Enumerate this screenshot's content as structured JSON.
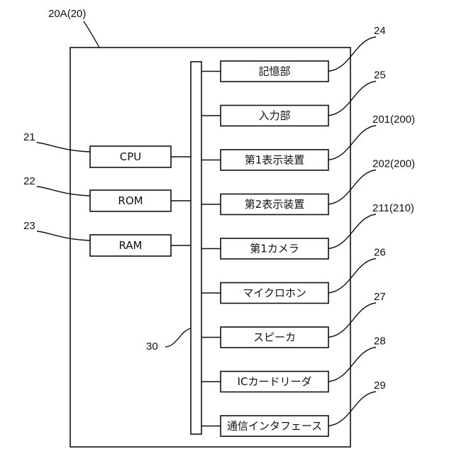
{
  "device_ref": "20A(20)",
  "bus_ref": "30",
  "left_components": [
    {
      "id": "cpu",
      "label": "CPU",
      "ref": "21"
    },
    {
      "id": "rom",
      "label": "ROM",
      "ref": "22"
    },
    {
      "id": "ram",
      "label": "RAM",
      "ref": "23"
    }
  ],
  "right_components": [
    {
      "id": "storage",
      "label": "記憶部",
      "ref": "24"
    },
    {
      "id": "input",
      "label": "入力部",
      "ref": "25"
    },
    {
      "id": "display1",
      "label": "第1表示装置",
      "ref": "201(200)"
    },
    {
      "id": "display2",
      "label": "第2表示装置",
      "ref": "202(200)"
    },
    {
      "id": "camera1",
      "label": "第1カメラ",
      "ref": "211(210)"
    },
    {
      "id": "microphone",
      "label": "マイクロホン",
      "ref": "26"
    },
    {
      "id": "speaker",
      "label": "スピーカ",
      "ref": "27"
    },
    {
      "id": "ic-card-reader",
      "label": "ICカードリーダ",
      "ref": "28"
    },
    {
      "id": "comm-interface",
      "label": "通信インタフェース",
      "ref": "29"
    }
  ]
}
